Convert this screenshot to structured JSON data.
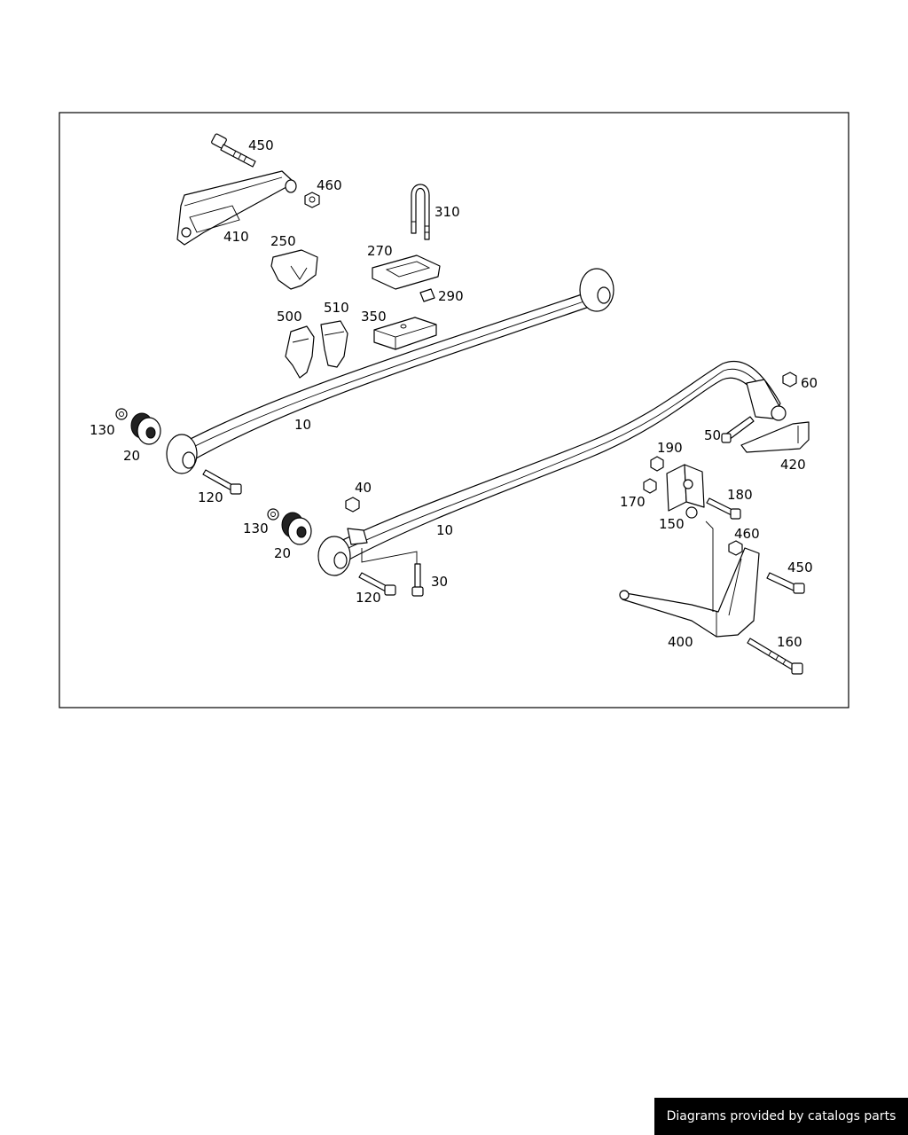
{
  "labels": {
    "l450a": "450",
    "l460a": "460",
    "l410": "410",
    "l310": "310",
    "l250": "250",
    "l270": "270",
    "l290": "290",
    "l500": "500",
    "l510": "510",
    "l350": "350",
    "l60": "60",
    "l130a": "130",
    "l20a": "20",
    "l10a": "10",
    "l50": "50",
    "l420": "420",
    "l190": "190",
    "l120a": "120",
    "l40": "40",
    "l180": "180",
    "l170": "170",
    "l130b": "130",
    "l150": "150",
    "l10b": "10",
    "l20b": "20",
    "l30": "30",
    "l460b": "460",
    "l450b": "450",
    "l120b": "120",
    "l400": "400",
    "l160": "160"
  },
  "footer": {
    "text": "Diagrams provided by catalogs parts"
  }
}
